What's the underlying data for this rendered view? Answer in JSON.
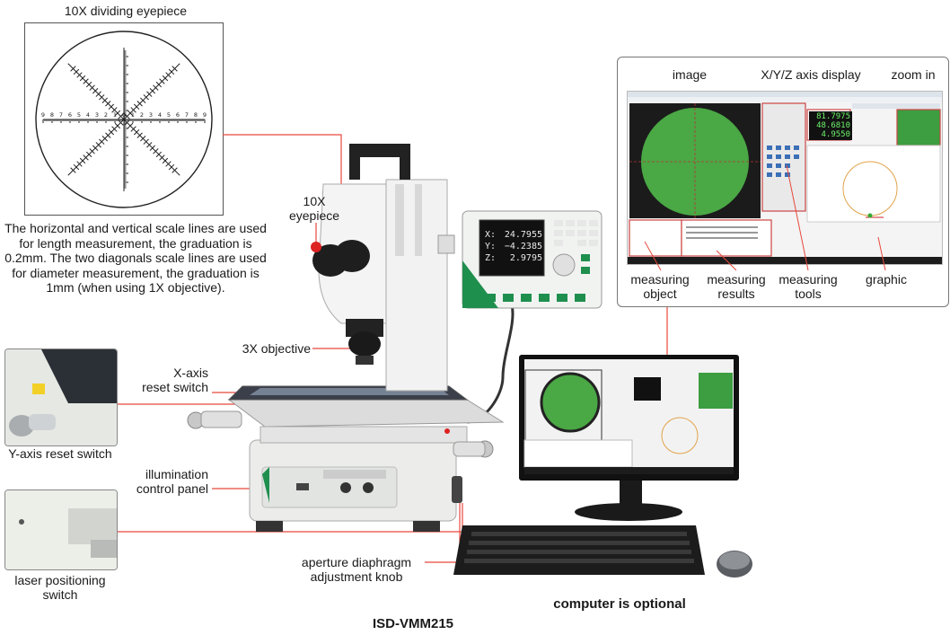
{
  "eyepiece": {
    "title": "10X dividing eyepiece",
    "description": "The horizontal and vertical scale lines are used for length measurement, the graduation is 0.2mm. The two diagonals scale lines are used for diameter measurement, the graduation is 1mm (when using 1X objective).",
    "scale_numbers": [
      "9",
      "8",
      "7",
      "6",
      "5",
      "4",
      "3",
      "2",
      "1",
      "0",
      "1",
      "2",
      "3",
      "4",
      "5",
      "6",
      "7",
      "8",
      "9"
    ]
  },
  "labels": {
    "eyepiece_10x": "10X\neyepiece",
    "objective": "3X objective",
    "x_reset": "X-axis\nreset switch",
    "y_reset": "Y-axis reset switch",
    "illumination": "illumination\ncontrol panel",
    "aperture": "aperture diaphragm\nadjustment knob",
    "laser": "laser positioning\nswitch",
    "model": "ISD-VMM215",
    "computer_optional": "computer is optional"
  },
  "software_panel": {
    "image": "image",
    "xyz_display": "X/Y/Z axis display",
    "zoom_in": "zoom in",
    "measuring_object": "measuring\nobject",
    "measuring_results": "measuring\nresults",
    "measuring_tools": "measuring\ntools",
    "graphic": "graphic"
  },
  "readout": {
    "x_label": "X:",
    "x_value": "24.7955",
    "y_label": "Y:",
    "y_value": "−4.2385",
    "z_label": "Z:",
    "z_value": "2.9795"
  },
  "screen_readout": {
    "x_value": "81.7975",
    "y_value": "48.6810",
    "z_value": "4.9550"
  },
  "colors": {
    "leader_line": "#e8483c",
    "machine_green": "#1f8f4e",
    "image_green": "#4aa845",
    "panel_border": "#777777"
  }
}
